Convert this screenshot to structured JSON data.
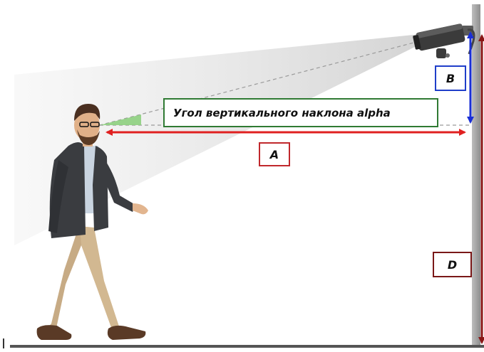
{
  "labels": {
    "angle": "Угол вертикального наклона alpha",
    "a": "A",
    "b": "B",
    "d": "D"
  },
  "colors": {
    "arrow_a": "#e02020",
    "arrow_b": "#1a2fd6",
    "arrow_d": "#8a1515",
    "angle_box_border": "#2f7a33",
    "wall": "#9a9a9a",
    "floor": "#555555",
    "view_cone": "#dcdcdc"
  },
  "icons": {
    "camera": "cctv-camera-icon",
    "person": "walking-man-figure"
  }
}
